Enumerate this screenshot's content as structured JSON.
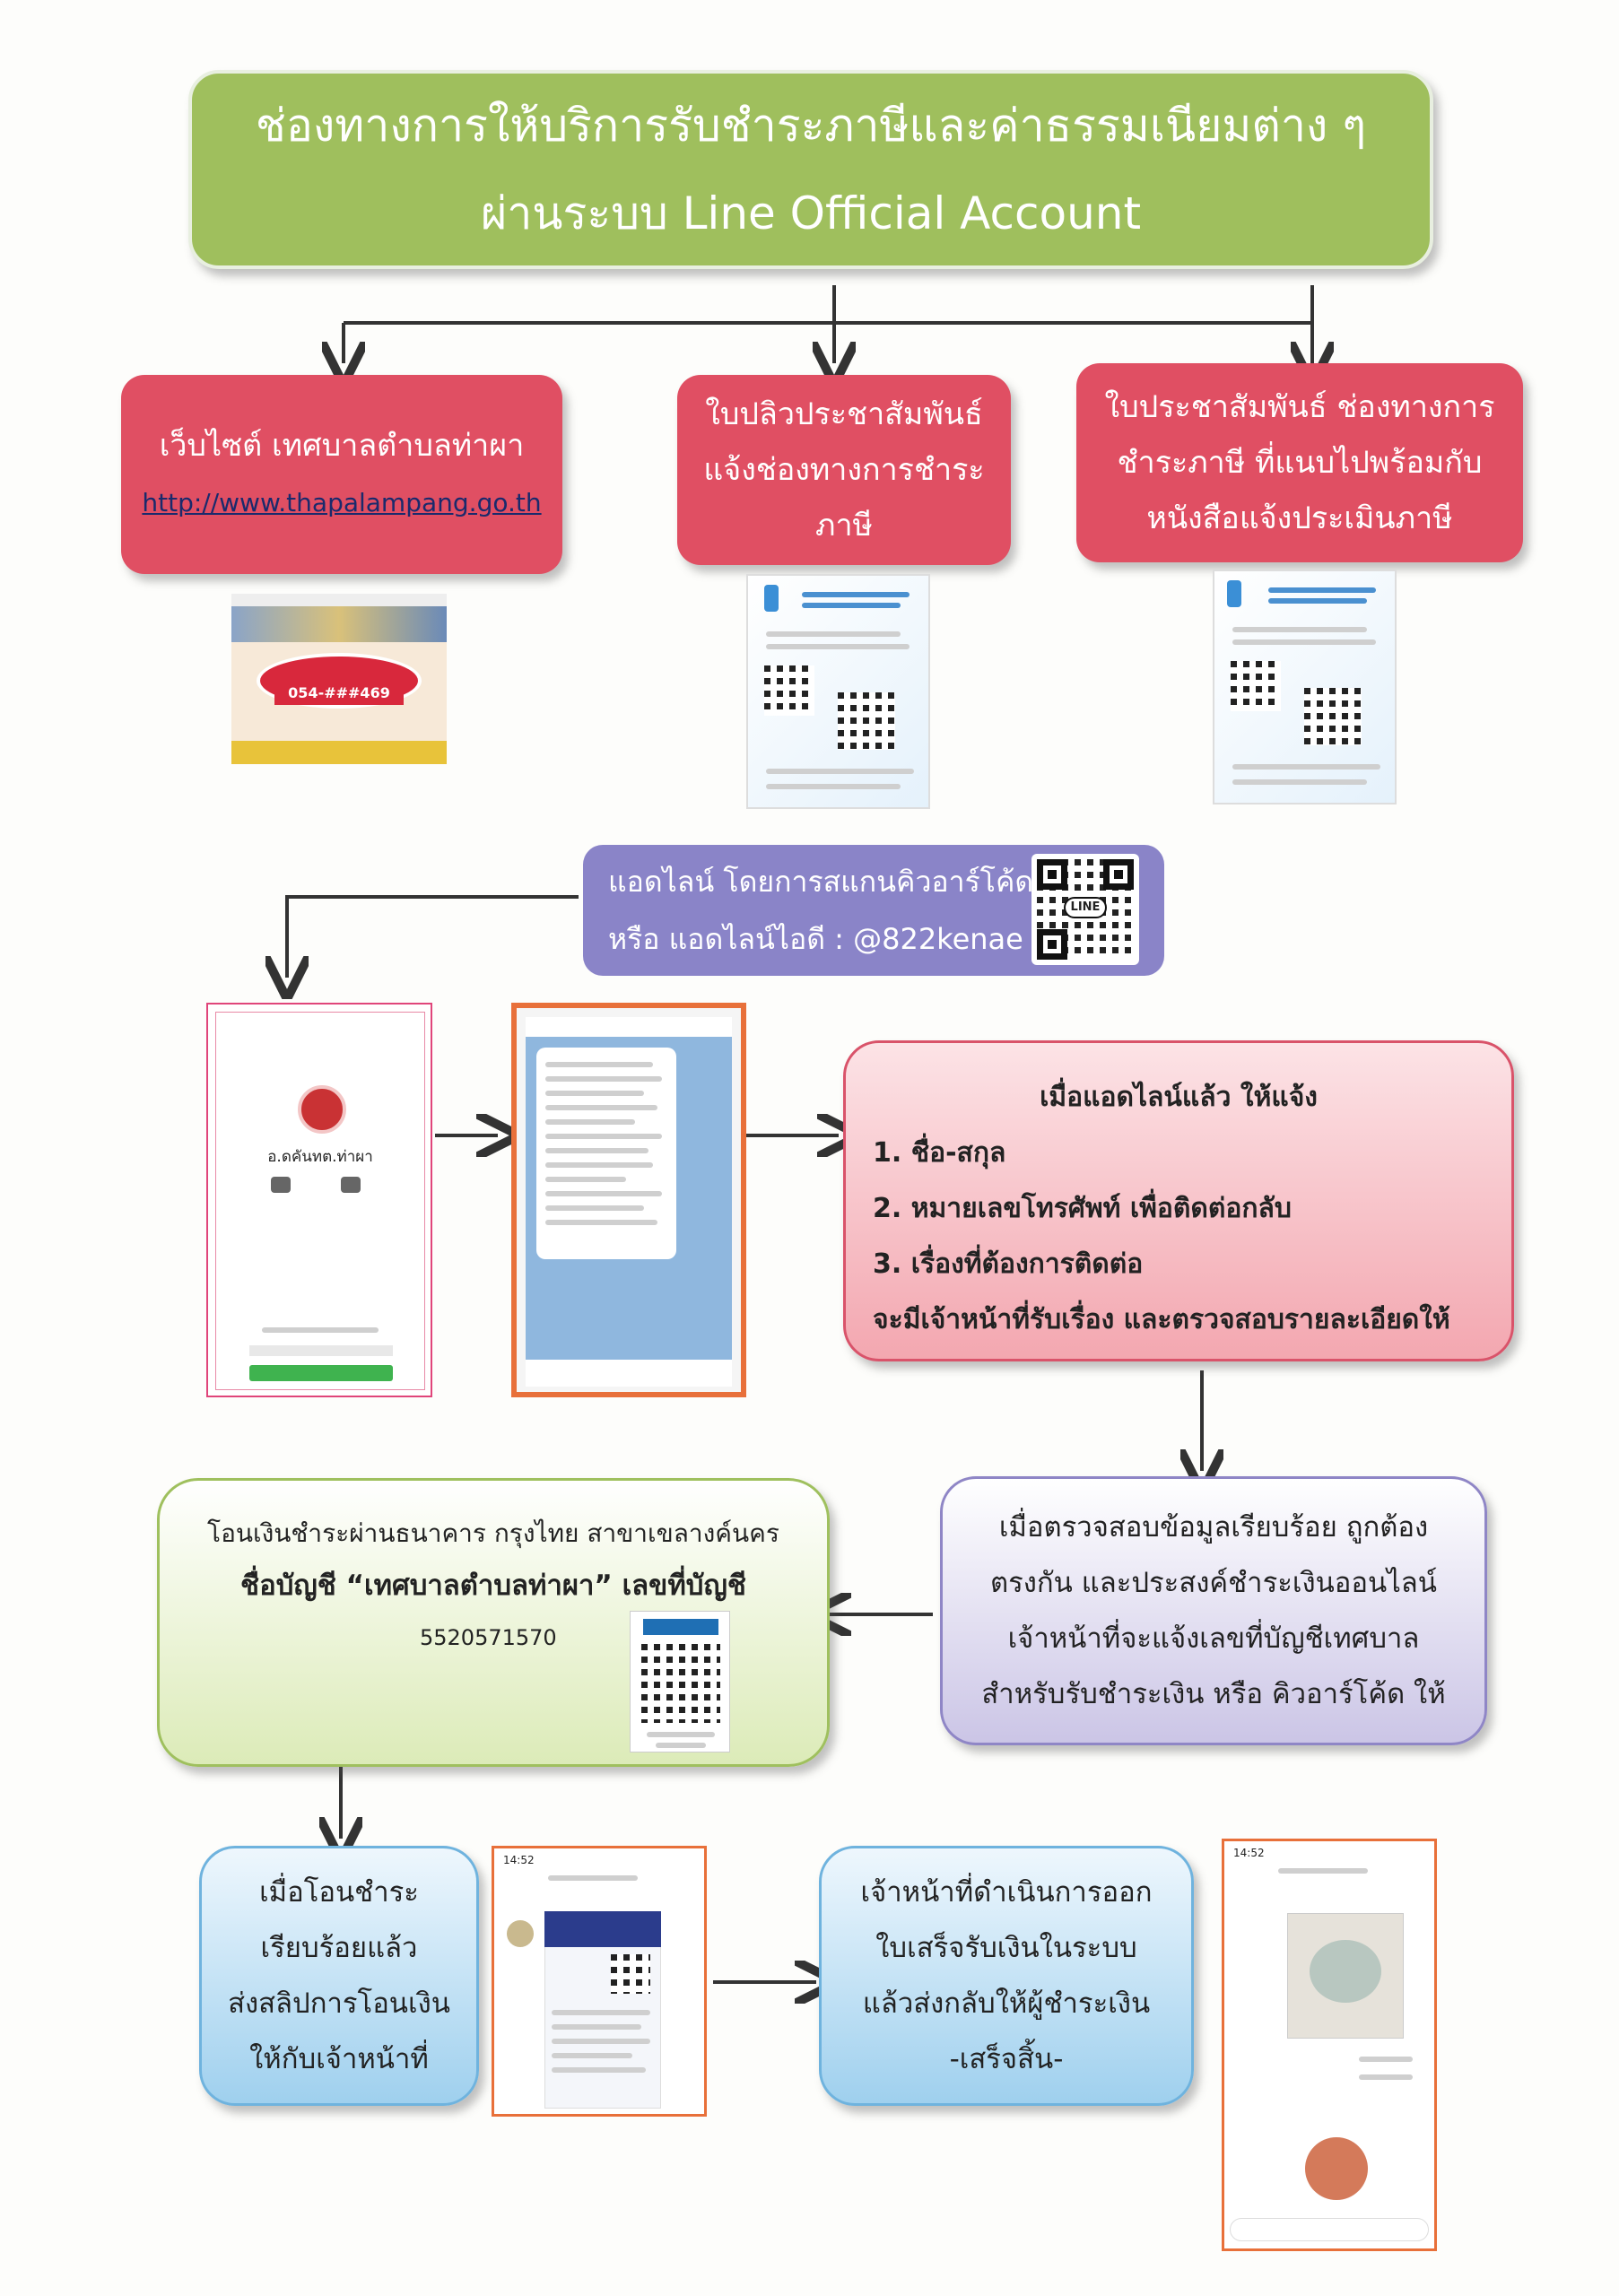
{
  "title": {
    "line1": "ช่องทางการให้บริการรับชำระภาษีและค่าธรรมเนียมต่าง ๆ",
    "line2": "ผ่านระบบ Line Official Account"
  },
  "channels": [
    {
      "line1": "เว็บไซต์ เทศบาลตำบลท่าผา",
      "link": "http://www.thapalampang.go.th"
    },
    {
      "line1": "ใบปลิวประชาสัมพันธ์",
      "line2": "แจ้งช่องทางการชำระ",
      "line3": "ภาษี"
    },
    {
      "line1": "ใบประชาสัมพันธ์ ช่องทางการ",
      "line2": "ชำระภาษี ที่แนบไปพร้อมกับ",
      "line3": "หนังสือแจ้งประเมินภาษี"
    }
  ],
  "website_thumb": {
    "phone": "054-###469"
  },
  "add_line": {
    "line1": "แอดไลน์ โดยการสแกนคิวอาร์โค้ด",
    "line2": "หรือ แอดไลน์ไอดี : @822kenae",
    "qr_label": "LINE"
  },
  "line_profile": {
    "name": "อ.ดคันทต.ท่าผา"
  },
  "after_add": {
    "heading": "เมื่อแอดไลน์แล้ว ให้แจ้ง",
    "items": [
      "1. ชื่อ-สกุล",
      "2. หมายเลขโทรศัพท์ เพื่อติดต่อกลับ",
      "3. เรื่องที่ต้องการติดต่อ"
    ],
    "footer": "จะมีเจ้าหน้าที่รับเรื่อง และตรวจสอบรายละเอียดให้"
  },
  "verify": {
    "lines": [
      "เมื่อตรวจสอบข้อมูลเรียบร้อย ถูกต้อง",
      "ตรงกัน และประสงค์ชำระเงินออนไลน์",
      "เจ้าหน้าที่จะแจ้งเลขที่บัญชีเทศบาล",
      "สำหรับรับชำระเงิน หรือ คิวอาร์โค้ด ให้"
    ]
  },
  "transfer": {
    "line1": "โอนเงินชำระผ่านธนาคาร กรุงไทย  สาขาเขลางค์นคร",
    "line2": "ชื่อบัญชี “เทศบาลตำบลท่าผา” เลขที่บัญชี",
    "account": "5520571570"
  },
  "send_slip": {
    "lines": [
      "เมื่อโอนชำระ",
      "เรียบร้อยแล้ว",
      "ส่งสลิปการโอนเงิน",
      "ให้กับเจ้าหน้าที่"
    ]
  },
  "receipt": {
    "lines": [
      "เจ้าหน้าที่ดำเนินการออก",
      "ใบเสร็จรับเงินในระบบ",
      "แล้วส่งกลับให้ผู้ชำระเงิน",
      "-เสร็จสิ้น-"
    ]
  },
  "phone_time": "14:52",
  "colors": {
    "title_green": "#9fbf5d",
    "channel_red": "#e04f63",
    "add_line_purple": "#8a84c8",
    "pink_border": "#d9536a",
    "lavender_border": "#8f86c6",
    "green_border": "#9fc05e",
    "blue_border": "#6fb3de"
  }
}
